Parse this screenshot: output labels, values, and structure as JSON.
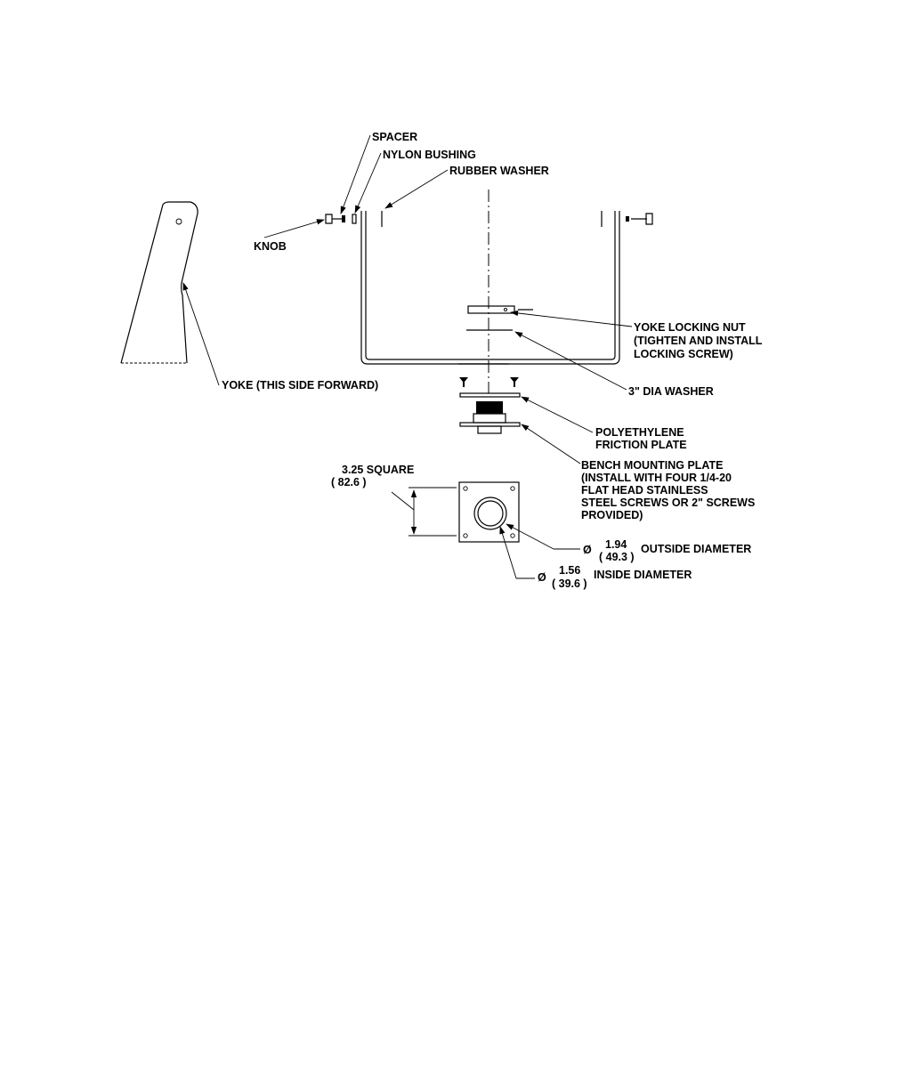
{
  "labels": {
    "spacer": "SPACER",
    "nylon_bushing": "NYLON BUSHING",
    "rubber_washer": "RUBBER WASHER",
    "knob": "KNOB",
    "yoke": "YOKE  (THIS SIDE FORWARD)",
    "yoke_locking_nut": [
      "YOKE LOCKING NUT",
      "(TIGHTEN AND INSTALL",
      "LOCKING SCREW)"
    ],
    "dia_washer": "3\" DIA WASHER",
    "friction_plate": [
      "POLYETHYLENE",
      "FRICTION PLATE"
    ],
    "bench_plate": [
      "BENCH MOUNTING PLATE",
      "(INSTALL WITH FOUR 1/4-20",
      "FLAT HEAD STAINLESS",
      "STEEL SCREWS OR 2\" SCREWS",
      "PROVIDED)"
    ]
  },
  "dimensions": {
    "square": {
      "label": "3.25 SQUARE",
      "metric": "( 82.6 )"
    },
    "outside": {
      "symbol": "Ø",
      "value": "1.94",
      "metric": "( 49.3 )",
      "label": "OUTSIDE DIAMETER"
    },
    "inside": {
      "symbol": "Ø",
      "value": "1.56",
      "metric": "( 39.6 )",
      "label": "INSIDE DIAMETER"
    }
  }
}
